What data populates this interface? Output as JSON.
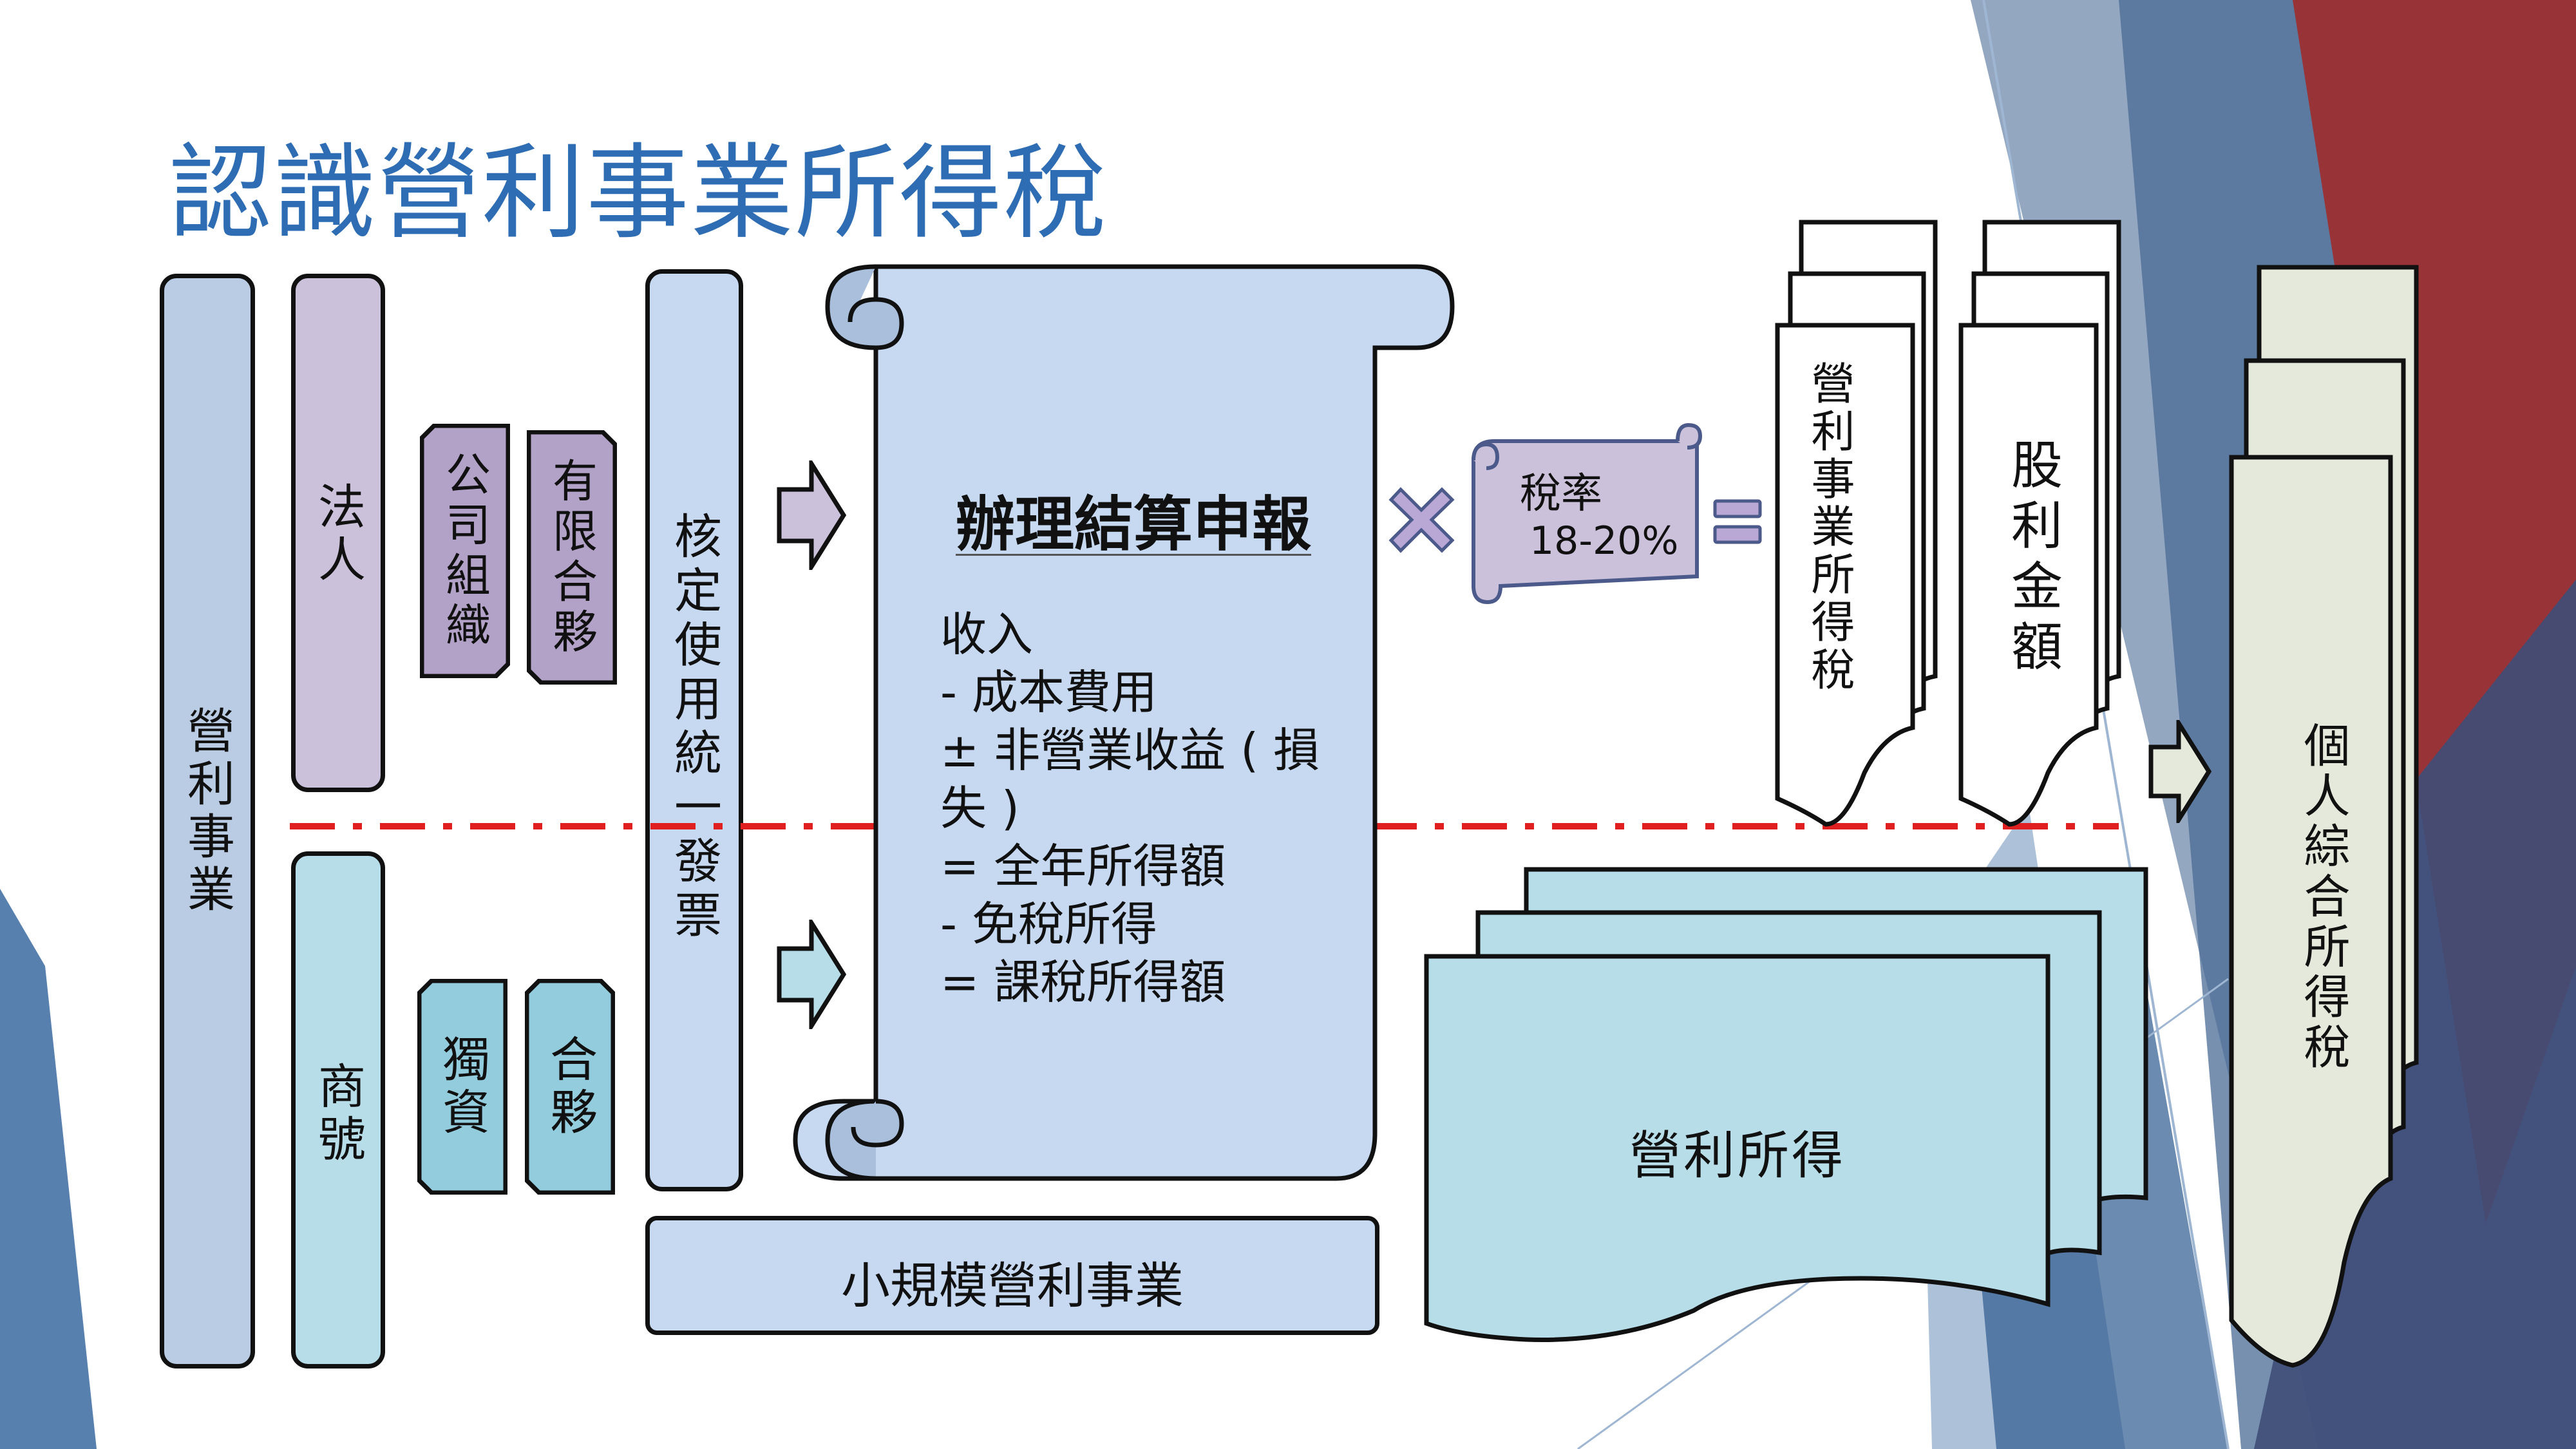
{
  "title": "認識營利事業所得稅",
  "left_column": {
    "main": "營利事業",
    "legal_entity": "法人",
    "company": "公司組織",
    "llp": "有限合夥",
    "shop": "商號",
    "sole_proprietor": "獨資",
    "partnership": "合夥",
    "invoice": "核定使用統一發票",
    "small_business": "小規模營利事業"
  },
  "scroll": {
    "title": "辦理結算申報",
    "lines": [
      "收入",
      " - 成本費用",
      "± 非營業收益 ( 損",
      "失 )",
      " = 全年所得額",
      "  - 免稅所得",
      " = 課稅所得額"
    ]
  },
  "tax_rate": {
    "label": "稅率",
    "value": "18-20%"
  },
  "operators": {
    "multiply": "×",
    "equals": "="
  },
  "documents": {
    "corporate_tax": "營利事業所得稅",
    "dividend": "股利金額",
    "business_income": "營利所得",
    "personal_income_tax": "個人綜合所得稅"
  },
  "colors": {
    "title": "#2e6db3",
    "main_box": "#b9cce4",
    "legal_entity": "#ccc1da",
    "legal_sub": "#b3a2c7",
    "shop": "#b7dde8",
    "shop_sub": "#93cddd",
    "invoice": "#c6d9f1",
    "divider": "#e02020",
    "doc_beige": "#e5e9dc",
    "tax_rate": "#ccc1da"
  }
}
